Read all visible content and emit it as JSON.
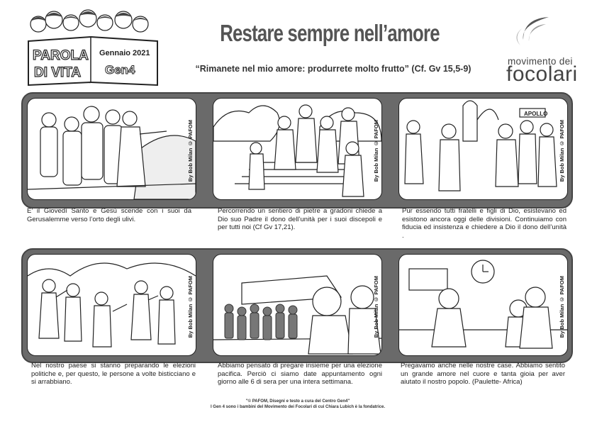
{
  "header": {
    "logo_title_line1": "PAROLA",
    "logo_title_line2": "DI VITA",
    "date": "Gennaio 2021",
    "series_mark": "Gen4",
    "title": "Restare sempre nell’amore",
    "subtitle": "“Rimanete nel mio amore: produrrete molto frutto” (Cf. Gv 15,5-9)",
    "org_line1": "movimento dei",
    "org_line2": "focolari"
  },
  "panels": [
    {
      "caption": "E’ il Giovedì Santo e Gesù scende con i suoi da Gerusalemme verso l’orto degli ulivi.",
      "credit": "By Bob Milan © PAFOM"
    },
    {
      "caption": "Percorrendo un sentiero di pietre a gradoni chiede a Dio suo Padre il dono dell’unità per i suoi discepoli e per tutti noi (Cf Gv 17,21).",
      "credit": "By Bob Milan © PAFOM"
    },
    {
      "caption": "Pur essendo tutti fratelli e figli di Dio, esistevano ed esistono ancora oggi delle divisioni. Continuiamo con fiducia ed insistenza e chiedere a Dio il dono dell’unità .",
      "credit": "By Bob Milan © PAFOM",
      "sign": "APOLLO"
    },
    {
      "caption": "Nel nostro paese si stanno preparando le elezioni politiche e, per questo, le persone a volte bisticciano e si arrabbiano.",
      "credit": "By Bob Milan © PAFOM"
    },
    {
      "caption": "Abbiamo pensato di pregare insieme per una elezione pacifica. Perciò ci siamo date appuntamento ogni giorno alle 6 di sera per una intera settimana.",
      "credit": "By Bob Milan © PAFOM"
    },
    {
      "caption": "Pregavamo anche nelle nostre case. Abbiamo sentito un grande amore nel cuore e tanta gioia per aver aiutato il nostro popolo. (Paulette- Africa)",
      "credit": "By Bob Milan © PAFOM"
    }
  ],
  "footer": {
    "line1": "\"© PAFOM, Disegni e testo a cura del Centro Gen4\"",
    "line2": "I Gen 4 sono i bambini del Movimento dei Focolari di cui Chiara Lubich è la fondatrice."
  }
}
